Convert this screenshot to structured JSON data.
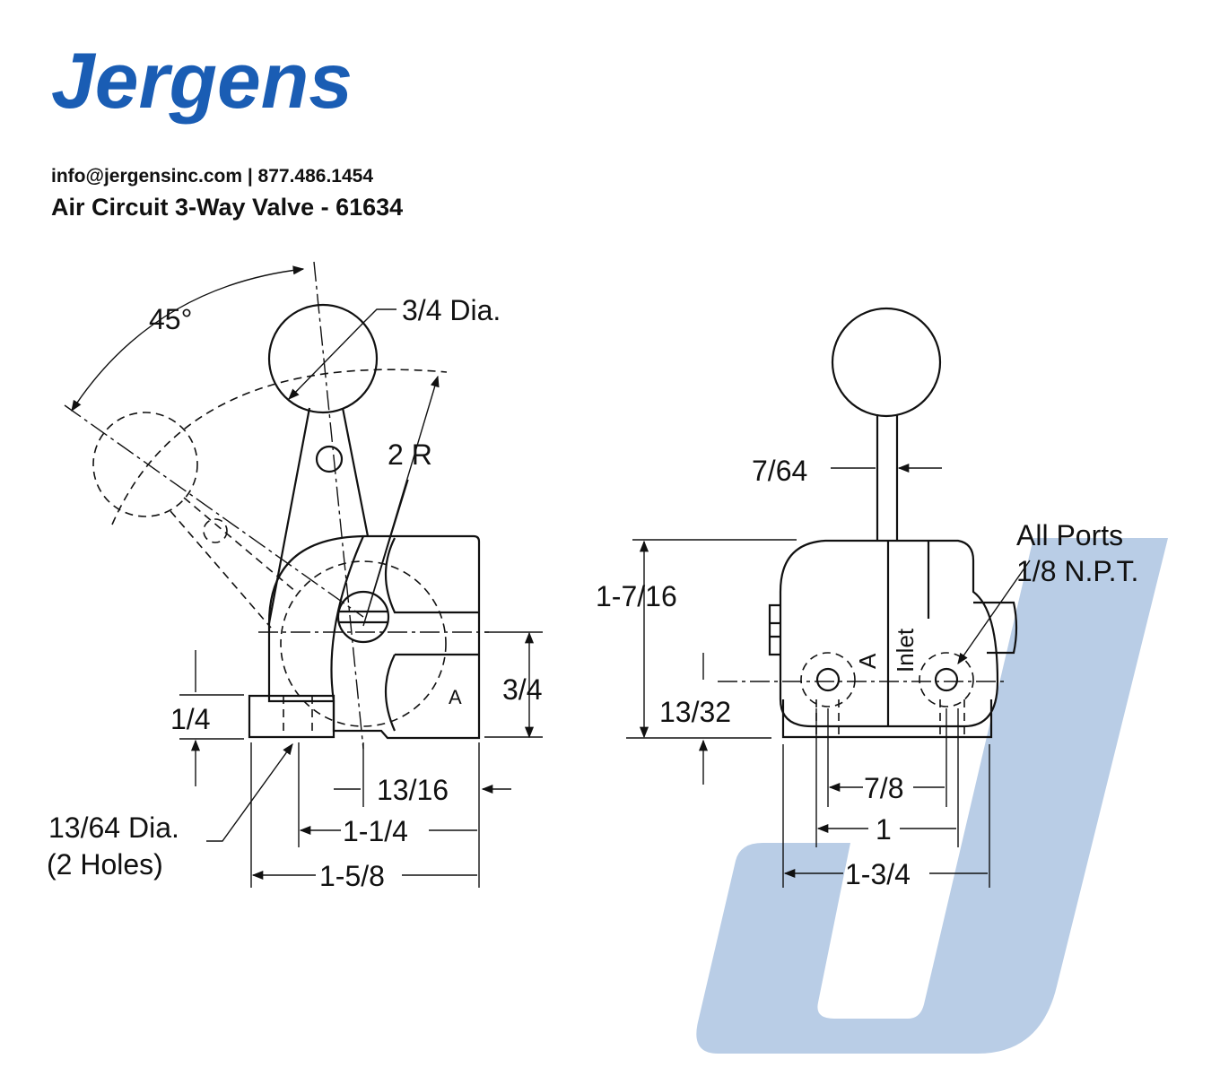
{
  "brand": {
    "logo_text": "Jergens",
    "brand_color": "#1a5db4",
    "watermark_color": "#b9cde6"
  },
  "header": {
    "contact": "info@jergensinc.com | 877.486.1454",
    "product_title": "Air Circuit 3-Way Valve - 61634"
  },
  "side_view": {
    "angle": "45°",
    "ball_dia": "3/4 Dia.",
    "radius": "2 R",
    "height_port": "3/4",
    "base_height": "1/4",
    "port_label": "A",
    "dim_13_16": "13/16",
    "dim_1_1_4": "1-1/4",
    "dim_1_5_8": "1-5/8",
    "hole_note_1": "13/64 Dia.",
    "hole_note_2": "(2 Holes)"
  },
  "front_view": {
    "stem_dia": "7/64",
    "ports_note_1": "All Ports",
    "ports_note_2": "1/8 N.P.T.",
    "height": "1-7/16",
    "port_height": "13/32",
    "port_a": "A",
    "inlet": "Inlet",
    "dim_7_8": "7/8",
    "dim_1": "1",
    "dim_1_3_4": "1-3/4"
  }
}
